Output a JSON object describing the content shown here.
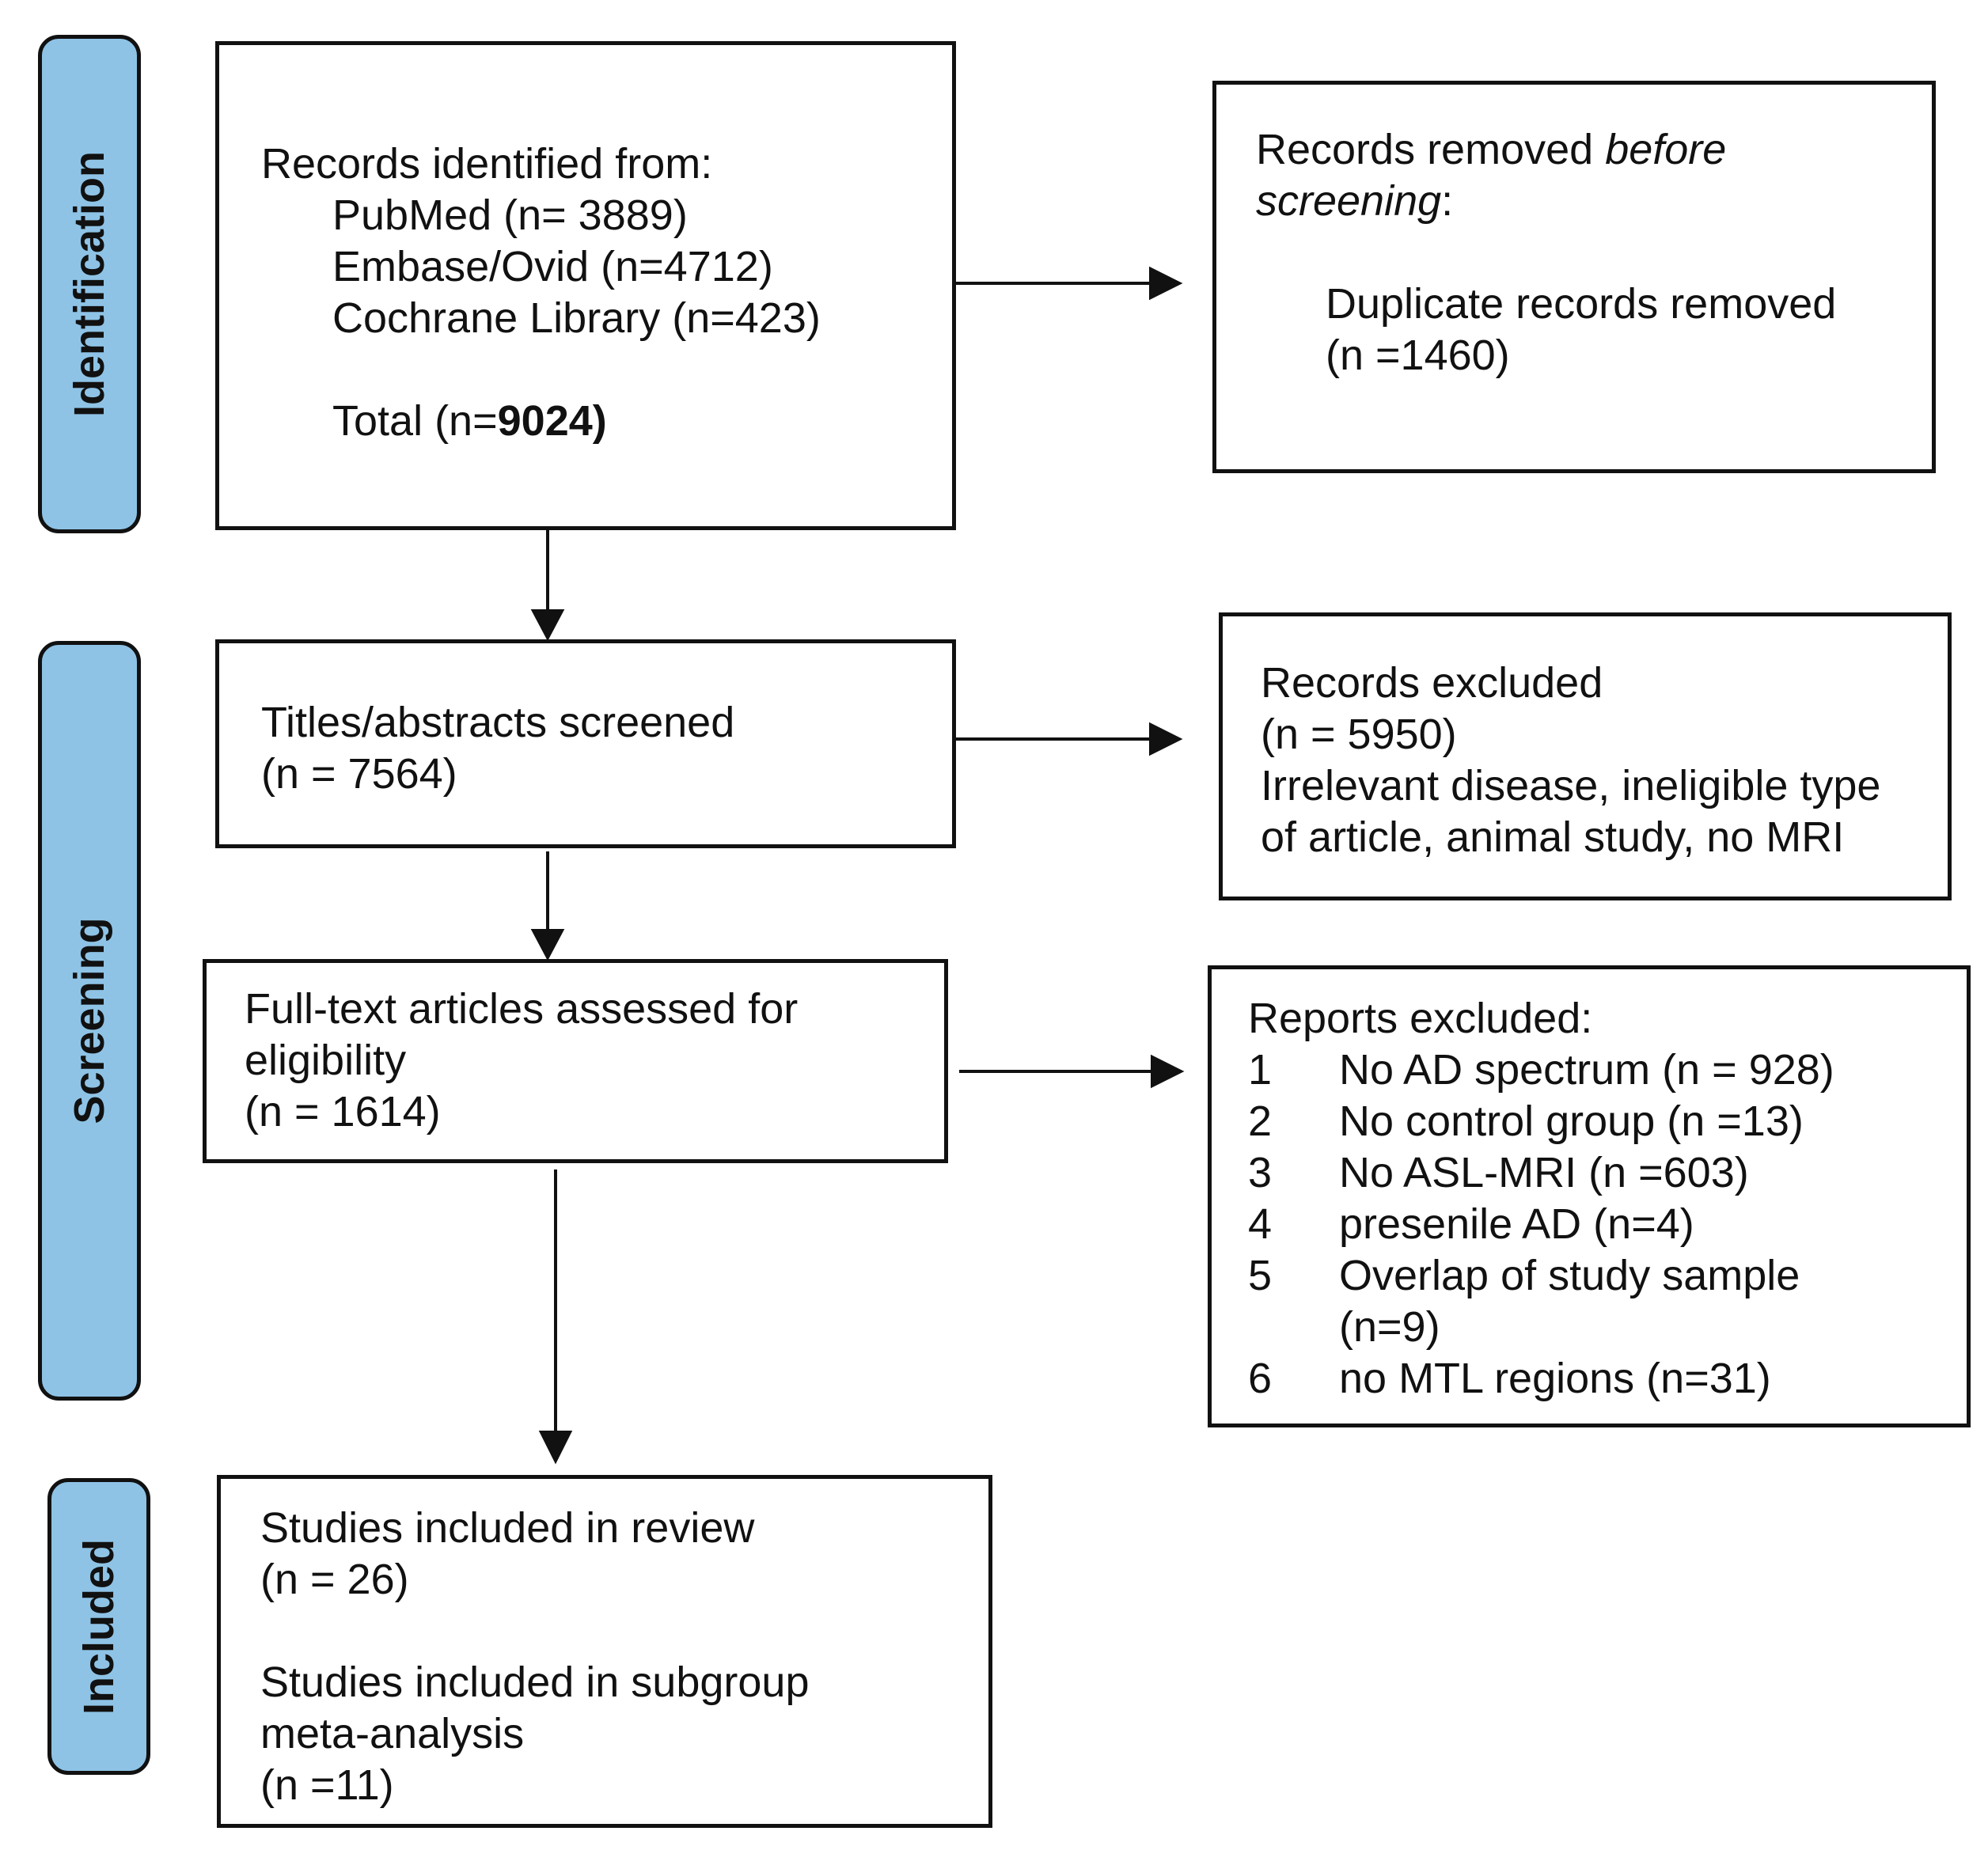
{
  "phases": {
    "identification": "Identification",
    "screening": "Screening",
    "included": "Included"
  },
  "identified": {
    "heading": "Records identified from:",
    "sources": [
      "PubMed (n= 3889)",
      "Embase/Ovid (n=4712)",
      "Cochrane Library (n=423)"
    ],
    "total_prefix": "Total (n=",
    "total_value": "9024)"
  },
  "removed_before_screening": {
    "line1_prefix": "Records removed ",
    "line1_italic": "before",
    "line2_italic": "screening",
    "line2_suffix": ":",
    "detail_line1": "Duplicate records removed",
    "detail_line2": "(n =1460)"
  },
  "screened": {
    "line1": "Titles/abstracts screened",
    "line2": "(n = 7564)"
  },
  "records_excluded": {
    "lines": [
      "Records excluded",
      "(n = 5950)",
      "Irrelevant disease, ineligible type",
      "of article, animal study, no MRI"
    ]
  },
  "full_text": {
    "lines": [
      "Full-text articles assessed for",
      "eligibility",
      "(n = 1614)"
    ]
  },
  "reports_excluded": {
    "heading": "Reports excluded:",
    "items": [
      {
        "num": "1",
        "text": "No AD spectrum (n = 928)"
      },
      {
        "num": "2",
        "text": "No control group (n =13)"
      },
      {
        "num": "3",
        "text": "No ASL-MRI (n =603)"
      },
      {
        "num": "4",
        "text": "presenile AD (n=4)"
      },
      {
        "num": "5",
        "text": "Overlap of study sample"
      },
      {
        "num": "",
        "text": "(n=9)"
      },
      {
        "num": "6",
        "text": "no MTL regions (n=31)"
      }
    ]
  },
  "included_box": {
    "lines": [
      "Studies included in review",
      "(n = 26)",
      "",
      "Studies included in subgroup",
      "meta-analysis",
      "(n =11)"
    ]
  }
}
